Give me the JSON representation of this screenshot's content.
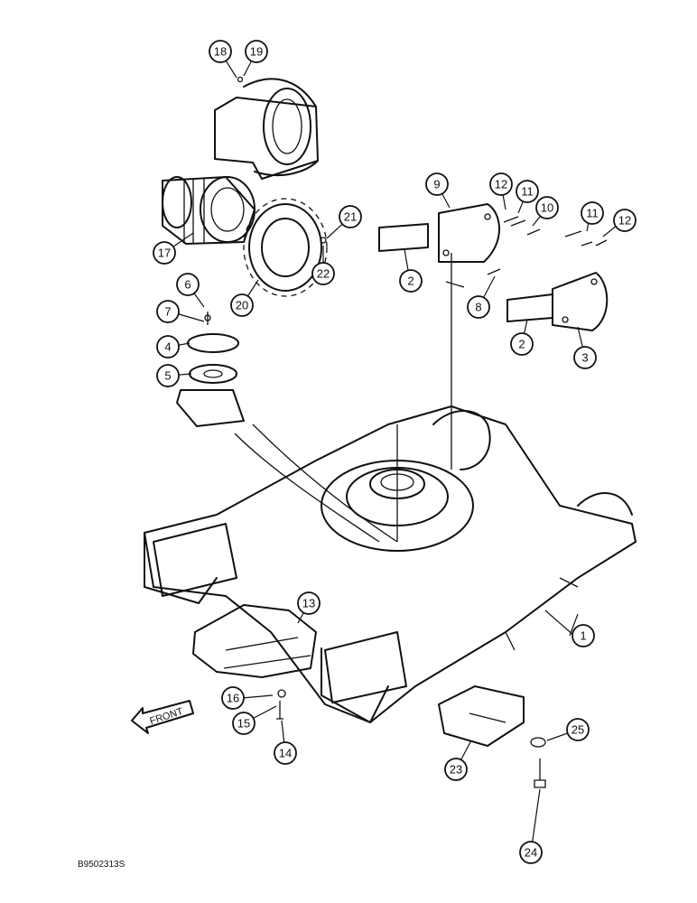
{
  "front_label": "FRONT",
  "reference_code": "B9502313S",
  "callouts": [
    {
      "id": "c1",
      "label": "1"
    },
    {
      "id": "c2a",
      "label": "2"
    },
    {
      "id": "c2b",
      "label": "2"
    },
    {
      "id": "c3",
      "label": "3"
    },
    {
      "id": "c4",
      "label": "4"
    },
    {
      "id": "c5",
      "label": "5"
    },
    {
      "id": "c6",
      "label": "6"
    },
    {
      "id": "c7",
      "label": "7"
    },
    {
      "id": "c8",
      "label": "8"
    },
    {
      "id": "c9",
      "label": "9"
    },
    {
      "id": "c10",
      "label": "10"
    },
    {
      "id": "c11a",
      "label": "11"
    },
    {
      "id": "c11b",
      "label": "11"
    },
    {
      "id": "c12a",
      "label": "12"
    },
    {
      "id": "c12b",
      "label": "12"
    },
    {
      "id": "c13",
      "label": "13"
    },
    {
      "id": "c14",
      "label": "14"
    },
    {
      "id": "c15",
      "label": "15"
    },
    {
      "id": "c16",
      "label": "16"
    },
    {
      "id": "c17",
      "label": "17"
    },
    {
      "id": "c18",
      "label": "18"
    },
    {
      "id": "c19",
      "label": "19"
    },
    {
      "id": "c20",
      "label": "20"
    },
    {
      "id": "c21",
      "label": "21"
    },
    {
      "id": "c22",
      "label": "22"
    },
    {
      "id": "c23",
      "label": "23"
    },
    {
      "id": "c24",
      "label": "24"
    },
    {
      "id": "c25",
      "label": "25"
    }
  ]
}
